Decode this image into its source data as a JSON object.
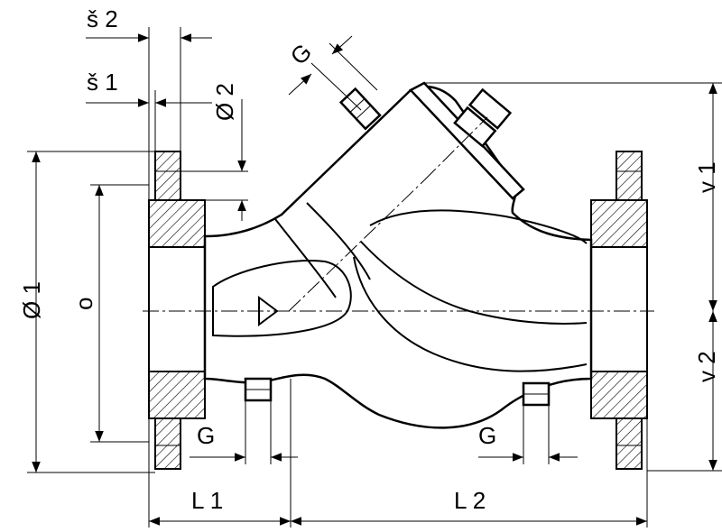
{
  "labels": {
    "s2": "š 2",
    "s1": "š 1",
    "g_top": "G",
    "d2": "Ø 2",
    "d1": "Ø 1",
    "o": "o",
    "g_left": "G",
    "g_right": "G",
    "l1": "L 1",
    "l2": "L 2",
    "v1": "v 1",
    "v2": "v 2"
  }
}
